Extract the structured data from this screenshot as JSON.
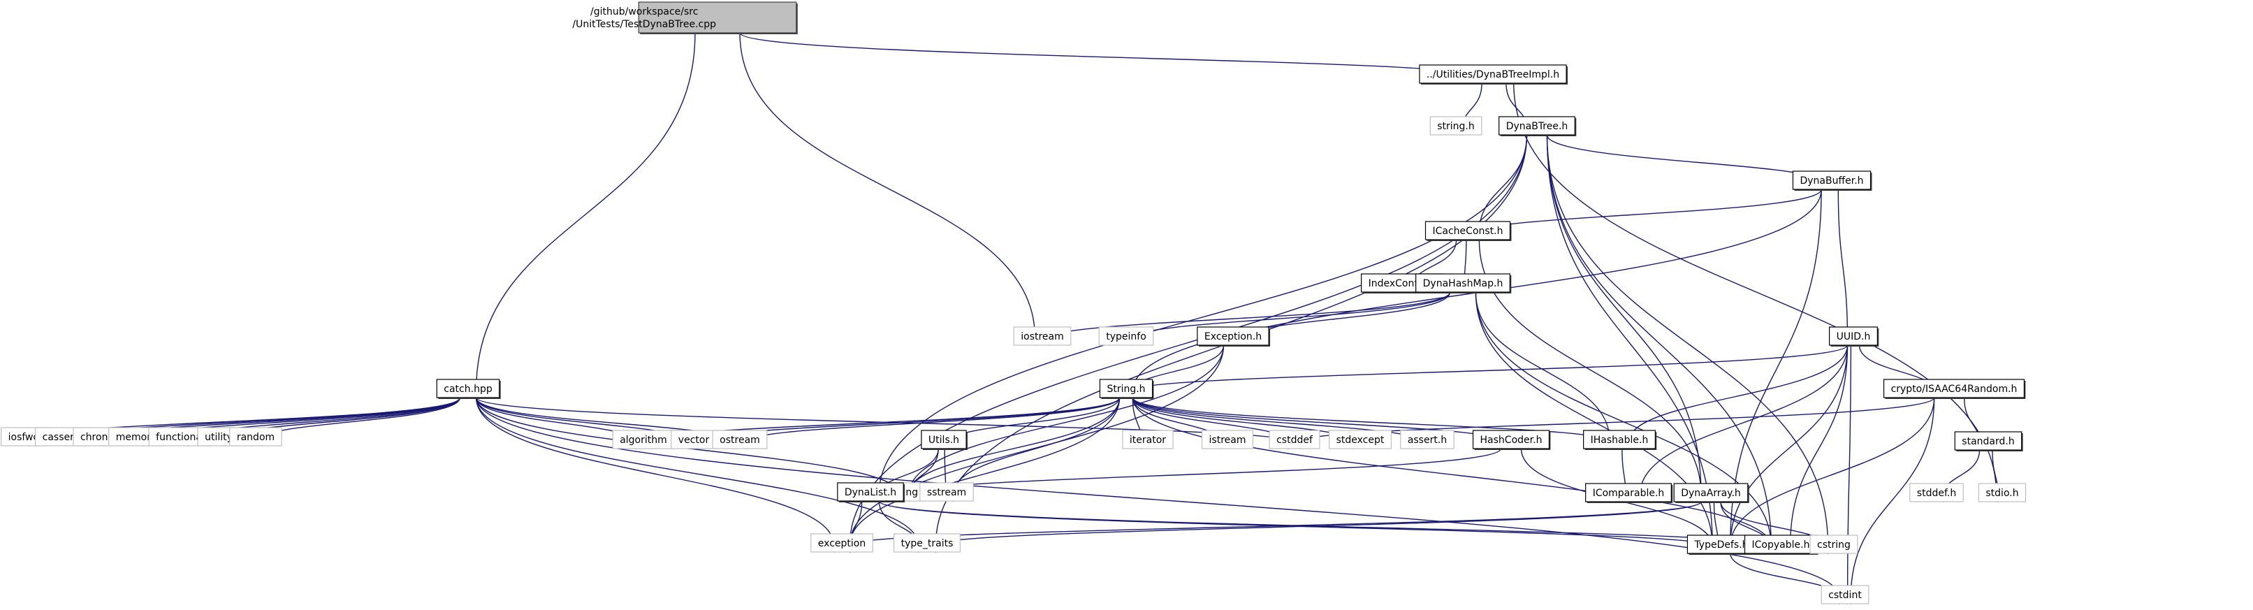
{
  "graph": {
    "title": "/github/workspace/src/UnitTests/TestDynaBTree.cpp",
    "colors": {
      "edge": "#191970",
      "project_node_border": "#000000",
      "external_node_border": "#bfbfbf",
      "root_node_fill": "#bfbfbf"
    },
    "nodes": [
      {
        "id": "root",
        "kind": "root",
        "lines": [
          "/github/workspace/src",
          "/UnitTests/TestDynaBTree.cpp"
        ]
      },
      {
        "id": "impl",
        "kind": "project",
        "lines": [
          "../Utilities/DynaBTreeImpl.h"
        ]
      },
      {
        "id": "string_h",
        "kind": "external",
        "lines": [
          "string.h"
        ]
      },
      {
        "id": "dynabtree",
        "kind": "project",
        "lines": [
          "DynaBTree.h"
        ]
      },
      {
        "id": "dynabuffer",
        "kind": "project",
        "lines": [
          "DynaBuffer.h"
        ]
      },
      {
        "id": "icacheconst",
        "kind": "project",
        "lines": [
          "ICacheConst.h"
        ]
      },
      {
        "id": "indexconfig",
        "kind": "project",
        "lines": [
          "IndexConfig.h"
        ]
      },
      {
        "id": "dynahashmap",
        "kind": "project",
        "lines": [
          "DynaHashMap.h"
        ]
      },
      {
        "id": "iostream",
        "kind": "external",
        "lines": [
          "iostream"
        ]
      },
      {
        "id": "typeinfo",
        "kind": "external",
        "lines": [
          "typeinfo"
        ]
      },
      {
        "id": "exception_h",
        "kind": "project",
        "lines": [
          "Exception.h"
        ]
      },
      {
        "id": "uuid",
        "kind": "project",
        "lines": [
          "UUID.h"
        ]
      },
      {
        "id": "catch",
        "kind": "project",
        "lines": [
          "catch.hpp"
        ]
      },
      {
        "id": "string_hh",
        "kind": "project",
        "lines": [
          "String.h"
        ]
      },
      {
        "id": "isaac",
        "kind": "project",
        "lines": [
          "crypto/ISAAC64Random.h"
        ]
      },
      {
        "id": "iosfwd",
        "kind": "external",
        "lines": [
          "iosfwd"
        ]
      },
      {
        "id": "cassert",
        "kind": "external",
        "lines": [
          "cassert"
        ]
      },
      {
        "id": "chrono",
        "kind": "external",
        "lines": [
          "chrono"
        ]
      },
      {
        "id": "memory",
        "kind": "external",
        "lines": [
          "memory"
        ]
      },
      {
        "id": "functional",
        "kind": "external",
        "lines": [
          "functional"
        ]
      },
      {
        "id": "utility",
        "kind": "external",
        "lines": [
          "utility"
        ]
      },
      {
        "id": "random",
        "kind": "external",
        "lines": [
          "random"
        ]
      },
      {
        "id": "algorithm",
        "kind": "external",
        "lines": [
          "algorithm"
        ]
      },
      {
        "id": "vector",
        "kind": "external",
        "lines": [
          "vector"
        ]
      },
      {
        "id": "ostream",
        "kind": "external",
        "lines": [
          "ostream"
        ]
      },
      {
        "id": "utils",
        "kind": "project",
        "lines": [
          "Utils.h"
        ]
      },
      {
        "id": "iterator",
        "kind": "external",
        "lines": [
          "iterator"
        ]
      },
      {
        "id": "istream",
        "kind": "external",
        "lines": [
          "istream"
        ]
      },
      {
        "id": "cstddef",
        "kind": "external",
        "lines": [
          "cstddef"
        ]
      },
      {
        "id": "stdexcept",
        "kind": "external",
        "lines": [
          "stdexcept"
        ]
      },
      {
        "id": "assert_h",
        "kind": "external",
        "lines": [
          "assert.h"
        ]
      },
      {
        "id": "hashcoder",
        "kind": "project",
        "lines": [
          "HashCoder.h"
        ]
      },
      {
        "id": "ihashable",
        "kind": "project",
        "lines": [
          "IHashable.h"
        ]
      },
      {
        "id": "standard",
        "kind": "project",
        "lines": [
          "standard.h"
        ]
      },
      {
        "id": "stddef_h",
        "kind": "external",
        "lines": [
          "stddef.h"
        ]
      },
      {
        "id": "stdio_h",
        "kind": "external",
        "lines": [
          "stdio.h"
        ]
      },
      {
        "id": "string",
        "kind": "external",
        "lines": [
          "string"
        ]
      },
      {
        "id": "sstream",
        "kind": "external",
        "lines": [
          "sstream"
        ]
      },
      {
        "id": "dynalist",
        "kind": "project",
        "lines": [
          "DynaList.h"
        ]
      },
      {
        "id": "icomparable",
        "kind": "project",
        "lines": [
          "IComparable.h"
        ]
      },
      {
        "id": "dynaarray",
        "kind": "project",
        "lines": [
          "DynaArray.h"
        ]
      },
      {
        "id": "exception",
        "kind": "external",
        "lines": [
          "exception"
        ]
      },
      {
        "id": "type_traits",
        "kind": "external",
        "lines": [
          "type_traits"
        ]
      },
      {
        "id": "typedefs",
        "kind": "project",
        "lines": [
          "TypeDefs.h"
        ]
      },
      {
        "id": "icopyable",
        "kind": "project",
        "lines": [
          "ICopyable.h"
        ]
      },
      {
        "id": "cstring",
        "kind": "external",
        "lines": [
          "cstring"
        ]
      },
      {
        "id": "cstdint",
        "kind": "external",
        "lines": [
          "cstdint"
        ]
      }
    ],
    "edges": [
      [
        "root",
        "impl"
      ],
      [
        "root",
        "catch"
      ],
      [
        "root",
        "iostream"
      ],
      [
        "impl",
        "string_h"
      ],
      [
        "impl",
        "dynabtree"
      ],
      [
        "impl",
        "stdio_h"
      ],
      [
        "dynabtree",
        "icacheconst"
      ],
      [
        "dynabtree",
        "dynabuffer"
      ],
      [
        "dynabtree",
        "dynaarray"
      ],
      [
        "dynabtree",
        "dynalist"
      ],
      [
        "dynabtree",
        "exception"
      ],
      [
        "dynabtree",
        "type_traits"
      ],
      [
        "dynabtree",
        "typedefs"
      ],
      [
        "dynabtree",
        "icopyable"
      ],
      [
        "dynabtree",
        "cstring"
      ],
      [
        "dynabuffer",
        "icacheconst"
      ],
      [
        "dynabuffer",
        "uuid"
      ],
      [
        "dynabuffer",
        "string_hh"
      ],
      [
        "dynabuffer",
        "typedefs"
      ],
      [
        "icacheconst",
        "indexconfig"
      ],
      [
        "icacheconst",
        "dynahashmap"
      ],
      [
        "icacheconst",
        "dynaarray"
      ],
      [
        "dynahashmap",
        "iostream"
      ],
      [
        "dynahashmap",
        "typeinfo"
      ],
      [
        "dynahashmap",
        "exception_h"
      ],
      [
        "dynahashmap",
        "ihashable"
      ],
      [
        "dynahashmap",
        "typedefs"
      ],
      [
        "dynahashmap",
        "icopyable"
      ],
      [
        "exception_h",
        "string_hh"
      ],
      [
        "exception_h",
        "exception"
      ],
      [
        "exception_h",
        "string"
      ],
      [
        "uuid",
        "string_hh"
      ],
      [
        "uuid",
        "isaac"
      ],
      [
        "uuid",
        "ihashable"
      ],
      [
        "uuid",
        "icomparable"
      ],
      [
        "uuid",
        "typedefs"
      ],
      [
        "uuid",
        "icopyable"
      ],
      [
        "uuid",
        "cstdint"
      ],
      [
        "isaac",
        "standard"
      ],
      [
        "isaac",
        "cstddef"
      ],
      [
        "isaac",
        "typedefs"
      ],
      [
        "isaac",
        "cstdint"
      ],
      [
        "standard",
        "stddef_h"
      ],
      [
        "standard",
        "stdio_h"
      ],
      [
        "catch",
        "iosfwd"
      ],
      [
        "catch",
        "cassert"
      ],
      [
        "catch",
        "chrono"
      ],
      [
        "catch",
        "memory"
      ],
      [
        "catch",
        "functional"
      ],
      [
        "catch",
        "utility"
      ],
      [
        "catch",
        "random"
      ],
      [
        "catch",
        "algorithm"
      ],
      [
        "catch",
        "vector"
      ],
      [
        "catch",
        "ostream"
      ],
      [
        "catch",
        "cstddef"
      ],
      [
        "catch",
        "string"
      ],
      [
        "catch",
        "exception"
      ],
      [
        "catch",
        "type_traits"
      ],
      [
        "catch",
        "cstdint"
      ],
      [
        "string_hh",
        "utils"
      ],
      [
        "string_hh",
        "iterator"
      ],
      [
        "string_hh",
        "istream"
      ],
      [
        "string_hh",
        "cstddef"
      ],
      [
        "string_hh",
        "stdexcept"
      ],
      [
        "string_hh",
        "assert_h"
      ],
      [
        "string_hh",
        "hashcoder"
      ],
      [
        "string_hh",
        "ihashable"
      ],
      [
        "string_hh",
        "icopyable"
      ],
      [
        "string_hh",
        "algorithm"
      ],
      [
        "string_hh",
        "vector"
      ],
      [
        "string_hh",
        "ostream"
      ],
      [
        "string_hh",
        "string"
      ],
      [
        "string_hh",
        "sstream"
      ],
      [
        "string_hh",
        "exception"
      ],
      [
        "utils",
        "string"
      ],
      [
        "utils",
        "sstream"
      ],
      [
        "utils",
        "dynalist"
      ],
      [
        "hashcoder",
        "string"
      ],
      [
        "hashcoder",
        "typedefs"
      ],
      [
        "ihashable",
        "icomparable"
      ],
      [
        "dynalist",
        "exception"
      ],
      [
        "dynalist",
        "type_traits"
      ],
      [
        "dynalist",
        "typedefs"
      ],
      [
        "dynalist",
        "icopyable"
      ],
      [
        "dynaarray",
        "typedefs"
      ],
      [
        "dynaarray",
        "icopyable"
      ],
      [
        "dynaarray",
        "cstring"
      ],
      [
        "dynaarray",
        "exception"
      ],
      [
        "dynaarray",
        "type_traits"
      ],
      [
        "typedefs",
        "cstdint"
      ]
    ]
  }
}
